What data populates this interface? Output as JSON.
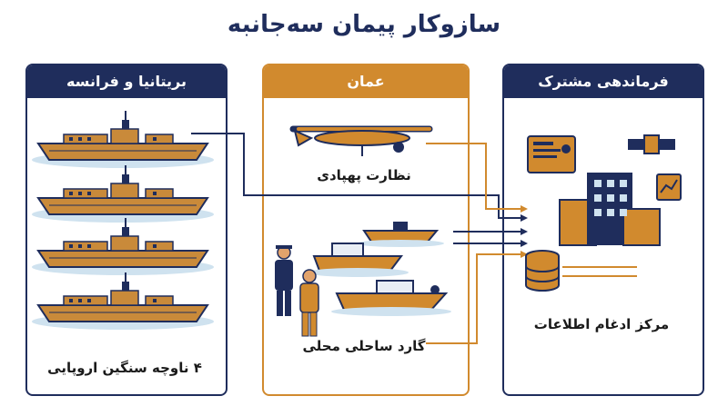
{
  "title": "سازوکار پیمان سه‌جانبه",
  "panels": {
    "left": {
      "header": "بریتانیا و فرانسه",
      "caption": "۴ ناوچه سنگین اروپایی"
    },
    "middle": {
      "header": "عمان",
      "drone_caption": "نظارت پهپادی",
      "coast_caption": "گارد ساحلی محلی"
    },
    "right": {
      "header": "فرماندهی مشترک",
      "caption": "مرکز ادغام اطلاعات"
    }
  },
  "colors": {
    "navy": "#1f2d5c",
    "orange": "#d18a2e",
    "ship_hull": "#c98a3a",
    "water": "#cfe2ef"
  },
  "icons": [
    "frigate-icon",
    "drone-icon",
    "patrol-boat-icon",
    "coast-guard-officer-icon",
    "headquarters-icon",
    "satellite-icon",
    "database-icon",
    "monitor-icon"
  ]
}
